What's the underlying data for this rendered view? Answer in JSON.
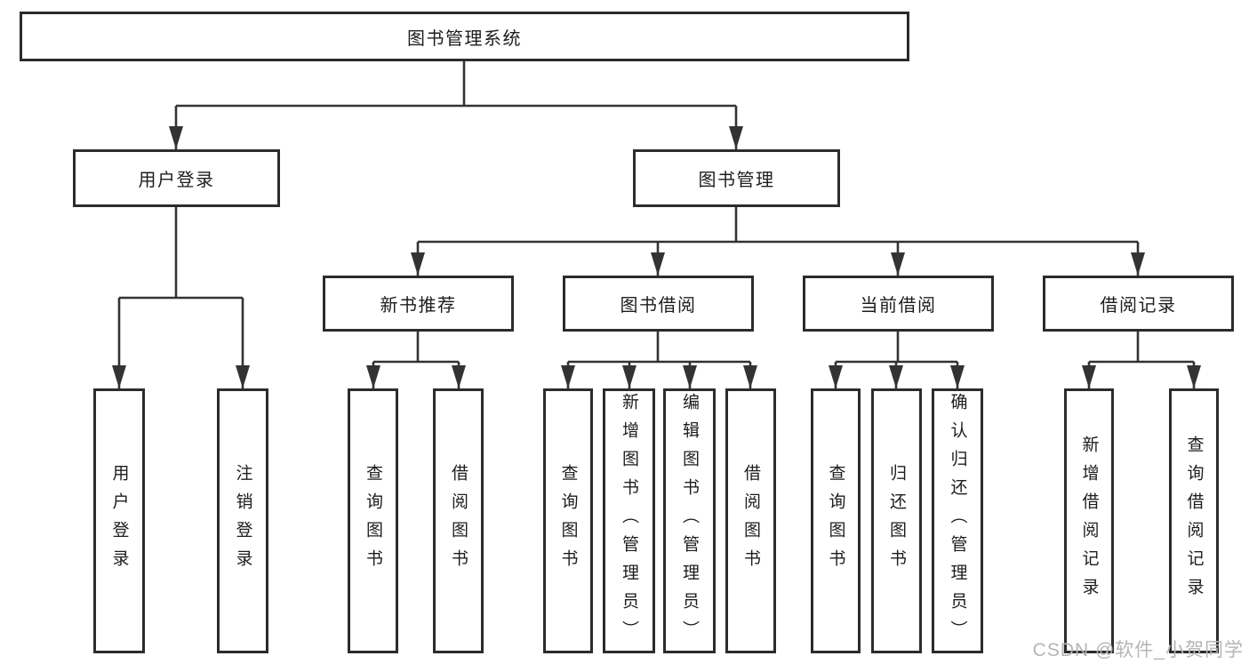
{
  "diagram": {
    "type": "hierarchy-tree",
    "nodes": {
      "root": "图书管理系统",
      "level2": [
        "用户登录",
        "图书管理"
      ],
      "level3": [
        "新书推荐",
        "图书借阅",
        "当前借阅",
        "借阅记录"
      ],
      "level4": {
        "user_login": [
          "用户登录",
          "注销登录"
        ],
        "new_book_recommend": [
          "查询图书",
          "借阅图书"
        ],
        "book_borrow": [
          "查询图书",
          "新增图书（管理员）",
          "编辑图书（管理员）",
          "借阅图书"
        ],
        "current_borrow": [
          "查询图书",
          "归还图书",
          "确认归还（管理员）"
        ],
        "borrow_records": [
          "新增借阅记录",
          "查询借阅记录"
        ]
      }
    },
    "edges": [
      "图书管理系统 -> 用户登录",
      "图书管理系统 -> 图书管理",
      "用户登录 -> 用户登录",
      "用户登录 -> 注销登录",
      "图书管理 -> 新书推荐",
      "图书管理 -> 图书借阅",
      "图书管理 -> 当前借阅",
      "图书管理 -> 借阅记录",
      "新书推荐 -> 查询图书",
      "新书推荐 -> 借阅图书",
      "图书借阅 -> 查询图书",
      "图书借阅 -> 新增图书（管理员）",
      "图书借阅 -> 编辑图书（管理员）",
      "图书借阅 -> 借阅图书",
      "当前借阅 -> 查询图书",
      "当前借阅 -> 归还图书",
      "当前借阅 -> 确认归还（管理员）",
      "借阅记录 -> 新增借阅记录",
      "借阅记录 -> 查询借阅记录"
    ],
    "colors": {
      "background": "#ffffff",
      "box_border": "#2c2c2c",
      "line": "#333333",
      "text": "#1d1d1f",
      "watermark": "#b5b5b5"
    },
    "watermark": "CSDN @软件_小贺同学"
  }
}
